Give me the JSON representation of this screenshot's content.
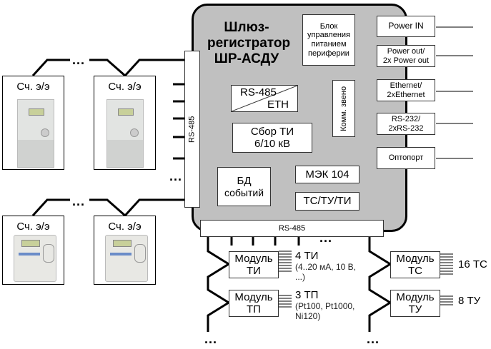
{
  "gateway": {
    "title": [
      "Шлюз-",
      "регистратор",
      "ШР-АСДУ"
    ],
    "power_block": [
      "Блок",
      "управления",
      "питанием",
      "периферии"
    ],
    "converter": {
      "top": "RS-485",
      "bottom": "ETH"
    },
    "collector": [
      "Сбор ТИ",
      "6/10 кВ"
    ],
    "switch": "Комм. звено",
    "events_db": [
      "БД",
      "событий"
    ],
    "iec104": "МЭК 104",
    "tc_tu_ti": "ТС/ТУ/ТИ",
    "bus_left": "RS-485",
    "bus_bottom": "RS-485"
  },
  "ports": [
    [
      "Power IN"
    ],
    [
      "Power out/",
      "2x Power out"
    ],
    [
      "Ethernet/",
      "2xEthernet"
    ],
    [
      "RS-232/",
      "2xRS-232"
    ],
    [
      "Оптопорт"
    ]
  ],
  "meters": [
    {
      "label": "Сч. э/э",
      "type": "three-phase"
    },
    {
      "label": "Сч. э/э",
      "type": "three-phase"
    },
    {
      "label": "Сч. э/э",
      "type": "single-phase"
    },
    {
      "label": "Сч. э/э",
      "type": "single-phase"
    }
  ],
  "ellipsis": "...",
  "modules": [
    {
      "label": [
        "Модуль",
        "ТИ"
      ],
      "desc_title": "4 ТИ",
      "desc": [
        "(4..20 мА, 10 В,",
        "...)"
      ]
    },
    {
      "label": [
        "Модуль",
        "ТП"
      ],
      "desc_title": "3 ТП",
      "desc": [
        "(Pt100, Pt1000,",
        "Ni120)"
      ]
    },
    {
      "label": [
        "Модуль",
        "ТС"
      ],
      "desc_title": "16 ТС",
      "desc": []
    },
    {
      "label": [
        "Модуль",
        "ТУ"
      ],
      "desc_title": "8 ТУ",
      "desc": []
    }
  ],
  "colors": {
    "gateway_fill": "#c0c0c0",
    "line": "#000000",
    "box_fill": "#ffffff"
  }
}
